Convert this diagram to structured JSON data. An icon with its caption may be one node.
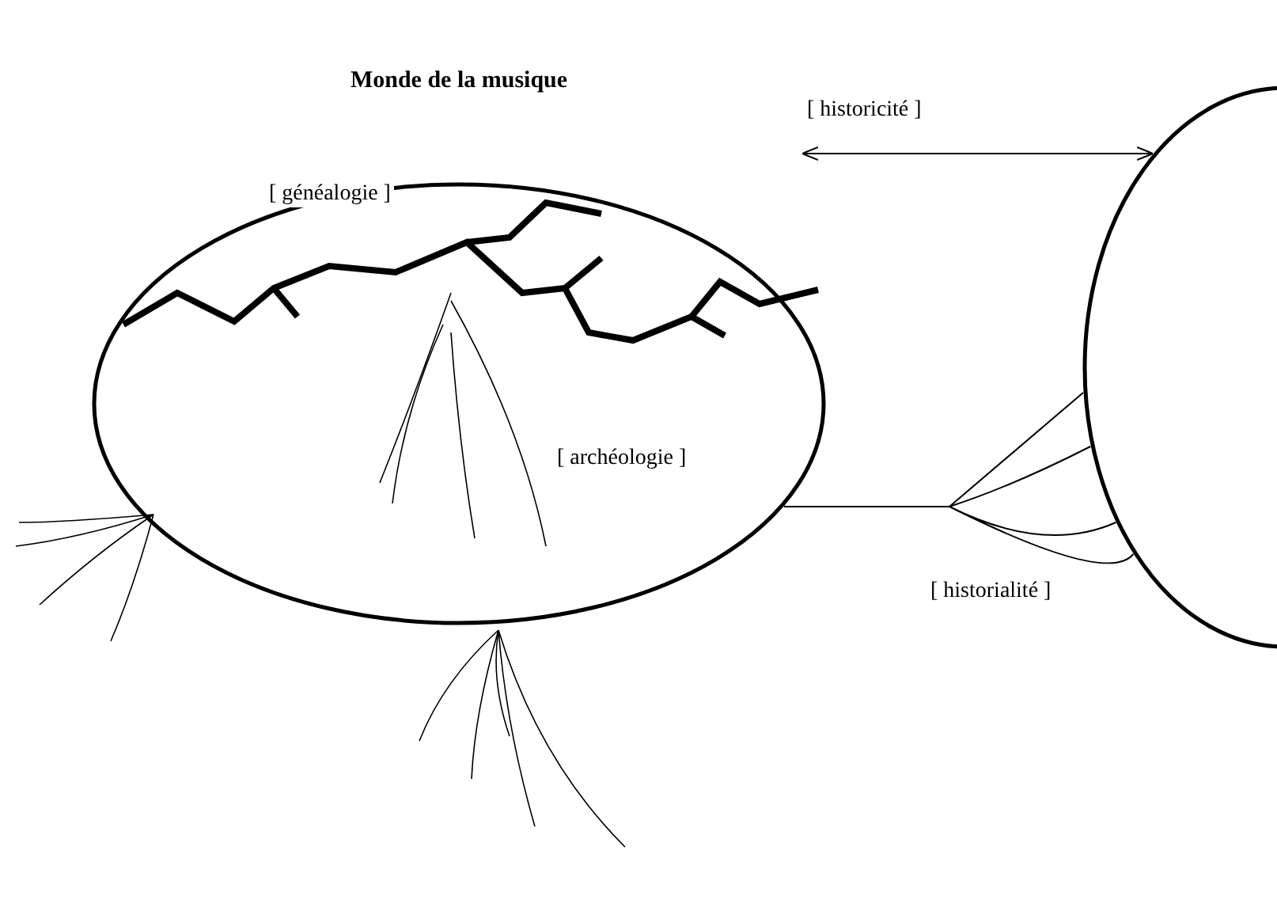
{
  "diagram": {
    "nodes": [
      {
        "text": [
          "Monde de la musique"
        ]
      },
      {
        "text": [],
        "shape": "ellipse"
      }
    ],
    "edges": [
      {
        "from": null,
        "to": 1,
        "arrow": "both",
        "label": "[ historicité ]"
      },
      {
        "from": 0,
        "to": 1,
        "arrow": "none",
        "label": "[ historialité ]"
      }
    ],
    "labels": [
      "[ généalogie ]",
      "[ archéologie ]"
    ]
  }
}
